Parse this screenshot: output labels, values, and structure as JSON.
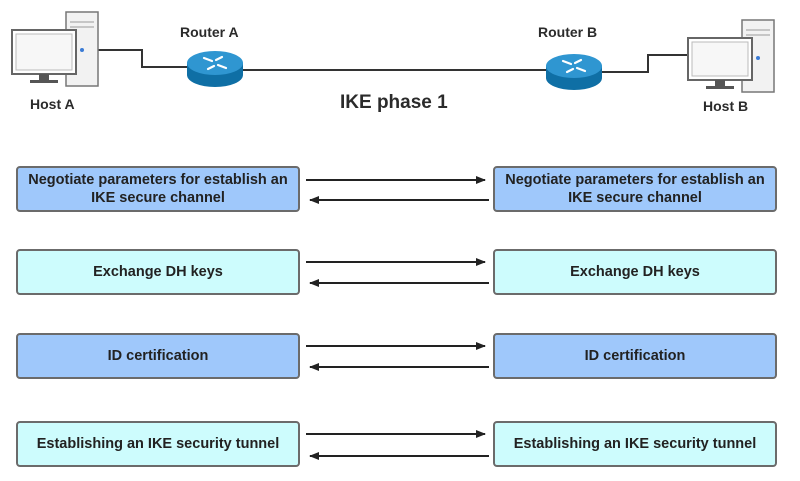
{
  "topology": {
    "host_a": "Host A",
    "router_a": "Router A",
    "router_b": "Router B",
    "host_b": "Host B"
  },
  "title": "IKE phase 1",
  "steps": [
    {
      "left": "Negotiate parameters for establish an IKE secure channel",
      "right": "Negotiate parameters for establish an IKE secure channel",
      "color": "#9fc8fb"
    },
    {
      "left": "Exchange DH keys",
      "right": "Exchange DH keys",
      "color": "#cdfcfd"
    },
    {
      "left": "ID certification",
      "right": "ID certification",
      "color": "#9fc8fb"
    },
    {
      "left": "Establishing an IKE security tunnel",
      "right": "Establishing an IKE security tunnel",
      "color": "#cdfcfd"
    }
  ]
}
